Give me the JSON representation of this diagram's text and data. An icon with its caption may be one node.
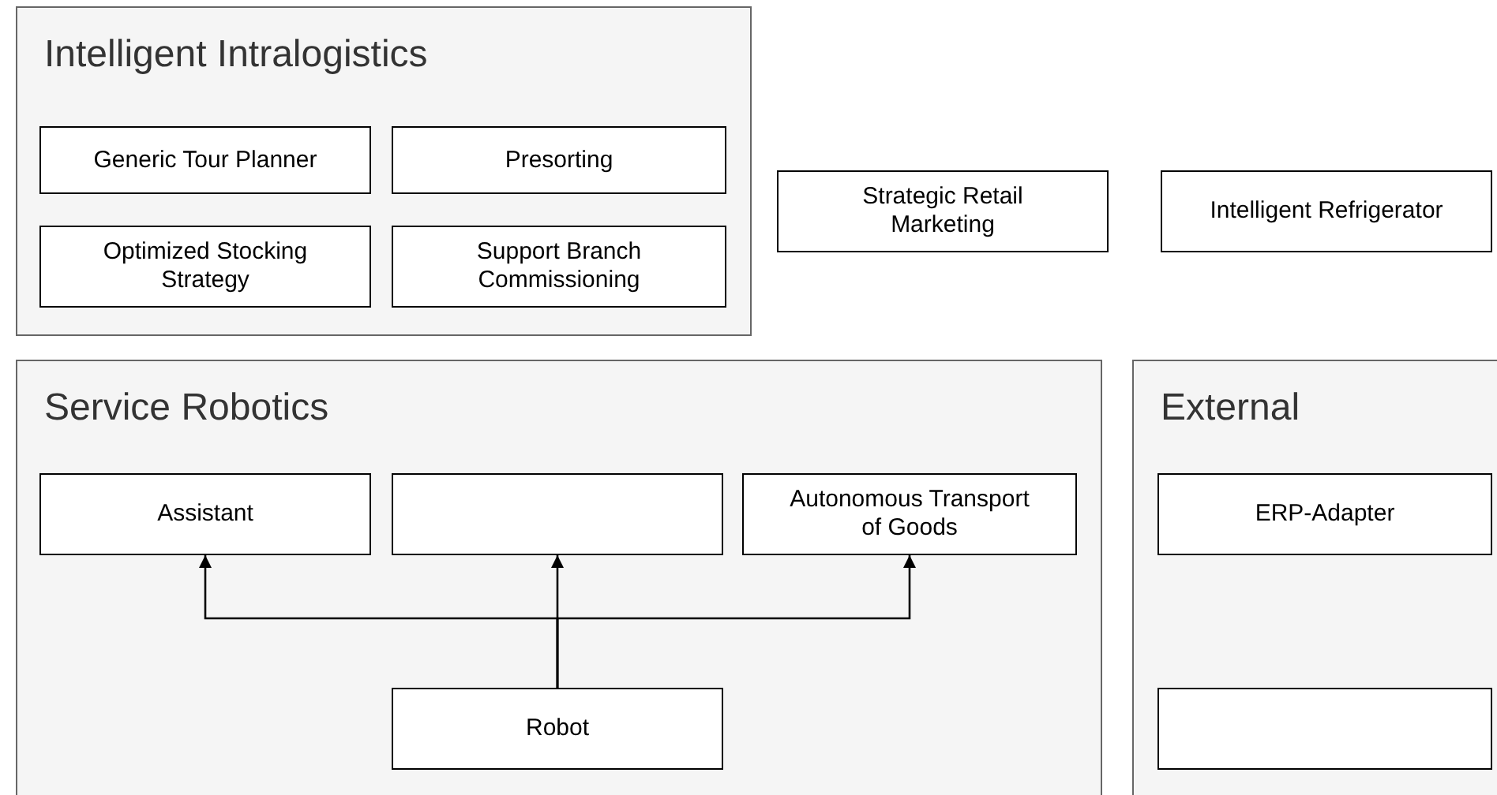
{
  "diagram": {
    "nodes": [
      {
        "text": [
          "Intelligent Intralogistics"
        ]
      },
      {
        "text": [
          "Generic Tour Planner"
        ],
        "in": 0
      },
      {
        "text": [
          "Presorting"
        ],
        "in": 0
      },
      {
        "text": [
          "Optimized Stocking Strategy"
        ],
        "in": 0
      },
      {
        "text": [
          "Support Branch Commissioning"
        ],
        "in": 0
      },
      {
        "text": [
          "Strategic Retail Marketing"
        ]
      },
      {
        "text": [
          "Intelligent Refrigerator"
        ]
      },
      {
        "text": [
          "Service Robotics"
        ]
      },
      {
        "text": [
          "Assistant"
        ],
        "in": 7
      },
      {
        "text": [],
        "shape": "box",
        "in": 7
      },
      {
        "text": [
          "Autonomous Transport of Goods"
        ],
        "in": 7
      },
      {
        "text": [
          "Robot"
        ],
        "in": 7
      },
      {
        "text": [
          "External"
        ]
      },
      {
        "text": [
          "ERP-Adapter"
        ],
        "in": 12
      },
      {
        "text": [],
        "shape": "box",
        "in": 12
      }
    ],
    "edges": [
      {
        "from": 11,
        "to": 8,
        "arrow": "to"
      },
      {
        "from": 11,
        "to": 9,
        "arrow": "to"
      },
      {
        "from": 11,
        "to": 10,
        "arrow": "to"
      }
    ]
  }
}
